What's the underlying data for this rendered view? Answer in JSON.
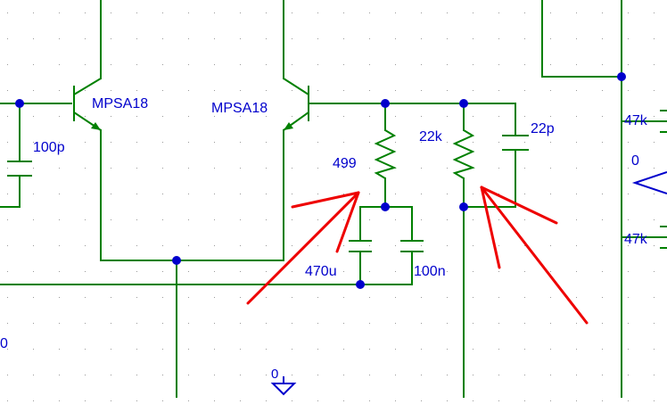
{
  "colors": {
    "wire": "#008000",
    "label": "#0000cc",
    "node": "#0000cc",
    "annotation": "#ee0000",
    "background": "#ffffff",
    "grid": "#9a9a9a"
  },
  "components": {
    "q1": {
      "label": "MPSA18"
    },
    "q2": {
      "label": "MPSA18"
    },
    "c_left": {
      "label": "100p"
    },
    "r1": {
      "label": "499"
    },
    "r2": {
      "label": "22k"
    },
    "c_fb": {
      "label": "22p"
    },
    "c_elec": {
      "label": "470u"
    },
    "c_bypass": {
      "label": "100n"
    },
    "r_top_right": {
      "label": "47k"
    },
    "r_bottom_right": {
      "label": "47k"
    }
  },
  "labels": {
    "right_zero": "0",
    "left_zero": "0",
    "ground_zero": "0"
  },
  "icons": {
    "ground": "ground-symbol-icon",
    "opamp": "opamp-input-triangle-icon",
    "annotation_arrow": "red-arrow-icon"
  }
}
